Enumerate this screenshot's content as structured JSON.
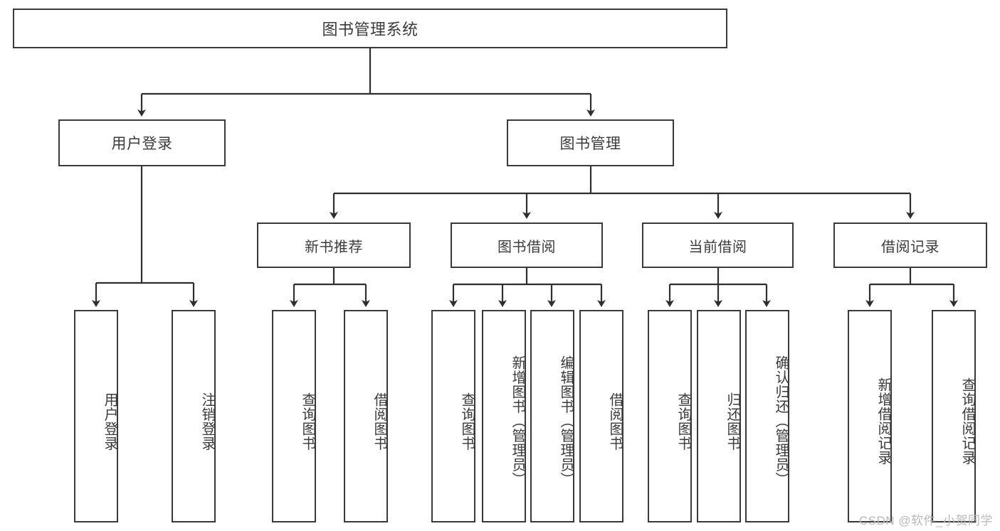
{
  "diagram": {
    "title": "图书管理系统",
    "type": "tree",
    "root": {
      "label": "图书管理系统"
    },
    "level2": [
      {
        "id": "user-login",
        "label": "用户登录"
      },
      {
        "id": "book-management",
        "label": "图书管理"
      }
    ],
    "level3": [
      {
        "id": "new-book-recommend",
        "label": "新书推荐",
        "parent": "book-management"
      },
      {
        "id": "book-borrow",
        "label": "图书借阅",
        "parent": "book-management"
      },
      {
        "id": "current-borrow",
        "label": "当前借阅",
        "parent": "book-management"
      },
      {
        "id": "borrow-record",
        "label": "借阅记录",
        "parent": "book-management"
      }
    ],
    "leaves": {
      "user_login": [
        {
          "label": "用户登录"
        },
        {
          "label": "注销登录"
        }
      ],
      "new_book_recommend": [
        {
          "label": "查询图书"
        },
        {
          "label": "借阅图书"
        }
      ],
      "book_borrow": [
        {
          "label": "查询图书"
        },
        {
          "label": "新增图书（管理员）"
        },
        {
          "label": "编辑图书（管理员）"
        },
        {
          "label": "借阅图书"
        }
      ],
      "current_borrow": [
        {
          "label": "查询图书"
        },
        {
          "label": "归还图书"
        },
        {
          "label": "确认归还（管理员）"
        }
      ],
      "borrow_record": [
        {
          "label": "新增借阅记录"
        },
        {
          "label": "查询借阅记录"
        }
      ]
    }
  },
  "watermark": {
    "text": "CSDN @软件_小贺同学"
  },
  "colors": {
    "box_border": "#3a3a3a",
    "box_fill": "#ffffff",
    "edge": "#2e2e2e",
    "text": "#3b3b3b",
    "watermark": "#b9b9b9"
  }
}
